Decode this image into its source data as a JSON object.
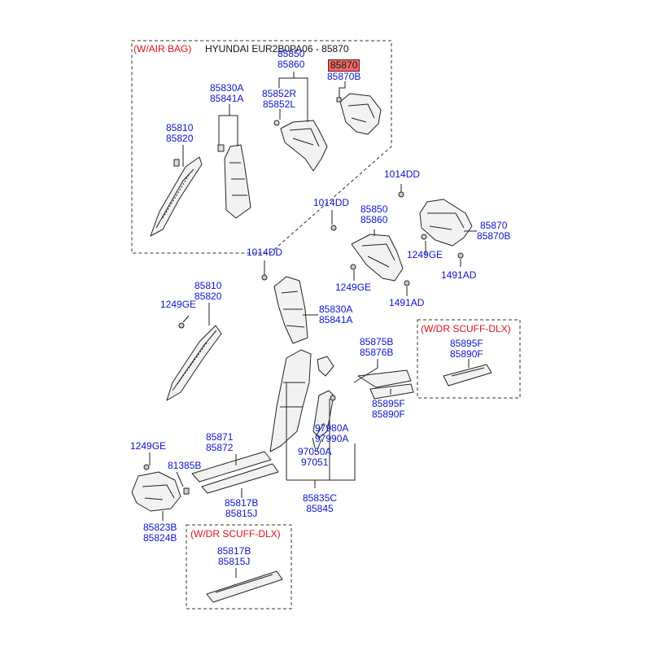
{
  "header": {
    "option_label": "(W/AIR BAG)",
    "title": "HYUNDAI EUR2B0PA06 - 85870"
  },
  "inset_airbag": {
    "a_pillar": [
      "85810",
      "85820"
    ],
    "b_pillar": [
      "85830A",
      "85841A"
    ],
    "c_pillar_codes": [
      "85850",
      "85860"
    ],
    "c_pillar_clips": [
      "85852R",
      "85852L"
    ],
    "d_pillar_highlight": "85870",
    "d_pillar_alt": "85870B"
  },
  "main": {
    "bolt_top_right": "1014DD",
    "d_pillar": [
      "85870",
      "85870B"
    ],
    "bolt_mid": "1014DD",
    "c_pillar": [
      "85850",
      "85860"
    ],
    "clip_right_1": "1249GE",
    "screw_right_1": "1491AD",
    "clip_right_2": "1249GE",
    "screw_right_2": "1491AD",
    "bolt_left": "1014DD",
    "a_pillar": [
      "85810",
      "85820"
    ],
    "clip_a_pillar": "1249GE",
    "b_pillar": [
      "85830A",
      "85841A"
    ],
    "rear_scuff": [
      "85875B",
      "85876B"
    ],
    "rear_scuff_lower": [
      "85895F",
      "85890F"
    ],
    "b_lower": [
      "97980A",
      "97990A"
    ],
    "b_lower_clip": [
      "97050A",
      "97051"
    ],
    "b_lower_trim": [
      "85835C",
      "85845"
    ],
    "front_scuff": [
      "85871",
      "85872"
    ],
    "front_scuff_lower": [
      "85817B",
      "85815J"
    ],
    "clip_cowl": "1249GE",
    "fastener_cowl": "81385B",
    "cowl_trim": [
      "85823B",
      "85824B"
    ]
  },
  "inset_scuff_rear": {
    "option_label": "(W/DR SCUFF-DLX)",
    "codes": [
      "85895F",
      "85890F"
    ]
  },
  "inset_scuff_front": {
    "option_label": "(W/DR SCUFF-DLX)",
    "codes": [
      "85817B",
      "85815J"
    ]
  },
  "colors": {
    "label_blue": "#0a14d6",
    "option_red": "#e0101a",
    "highlight": "#ef6b6b",
    "line": "#222222",
    "part_fill": "#f2f2f2"
  }
}
